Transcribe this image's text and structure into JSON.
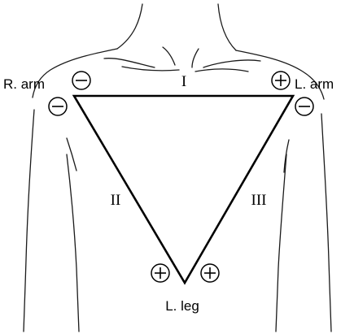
{
  "diagram": {
    "limbs": {
      "right_arm": "R. arm",
      "left_arm": "L. arm",
      "left_leg": "L. leg"
    },
    "leads": {
      "lead_1": "I",
      "lead_2": "II",
      "lead_3": "III"
    },
    "polarity": {
      "positive": "+",
      "negative": "−"
    }
  }
}
